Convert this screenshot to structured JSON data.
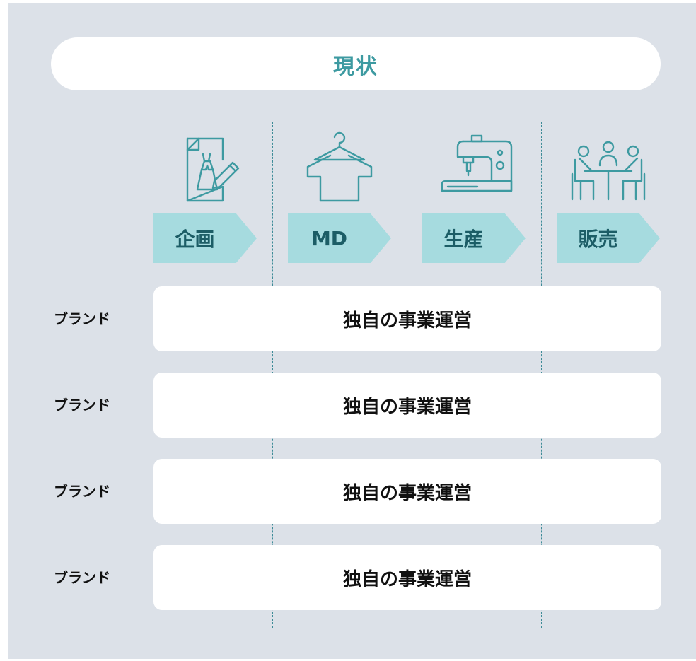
{
  "title": "現状",
  "colors": {
    "panel_bg": "#dce1e8",
    "accent": "#3d9aa1",
    "arrow_bg": "#a6dbdf",
    "arrow_text": "#1c5d66"
  },
  "stages": [
    {
      "label": "企画",
      "icon": "design-sketch-icon"
    },
    {
      "label": "MD",
      "icon": "shirt-on-hanger-icon"
    },
    {
      "label": "生産",
      "icon": "sewing-machine-icon"
    },
    {
      "label": "販売",
      "icon": "meeting-table-icon"
    }
  ],
  "rows": [
    {
      "label": "ブランド",
      "text": "独自の事業運営"
    },
    {
      "label": "ブランド",
      "text": "独自の事業運営"
    },
    {
      "label": "ブランド",
      "text": "独自の事業運営"
    },
    {
      "label": "ブランド",
      "text": "独自の事業運営"
    }
  ]
}
